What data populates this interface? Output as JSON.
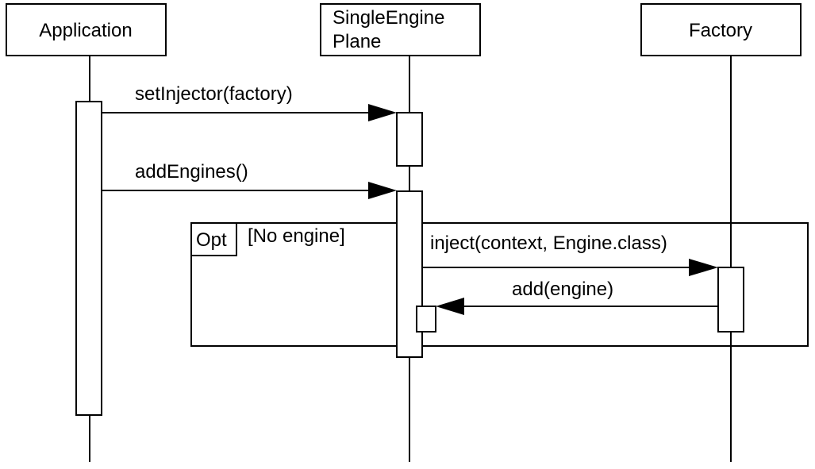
{
  "participants": [
    {
      "id": "application",
      "name": "Application",
      "lines": [
        "Application"
      ]
    },
    {
      "id": "single-engine-plane",
      "name": "SingleEngine Plane",
      "lines": [
        "SingleEngine",
        "Plane"
      ]
    },
    {
      "id": "factory",
      "name": "Factory",
      "lines": [
        "Factory"
      ]
    }
  ],
  "messages": [
    {
      "label": "setInjector(factory)",
      "from": "Application",
      "to": "SingleEngine Plane"
    },
    {
      "label": "addEngines()",
      "from": "Application",
      "to": "SingleEngine Plane"
    },
    {
      "label": "inject(context, Engine.class)",
      "from": "SingleEngine Plane",
      "to": "Factory"
    },
    {
      "label": "add(engine)",
      "from": "Factory",
      "to": "SingleEngine Plane"
    }
  ],
  "fragment": {
    "operator": "Opt",
    "guard": "[No engine]"
  },
  "colors": {
    "stroke": "#000000",
    "background": "#ffffff"
  }
}
